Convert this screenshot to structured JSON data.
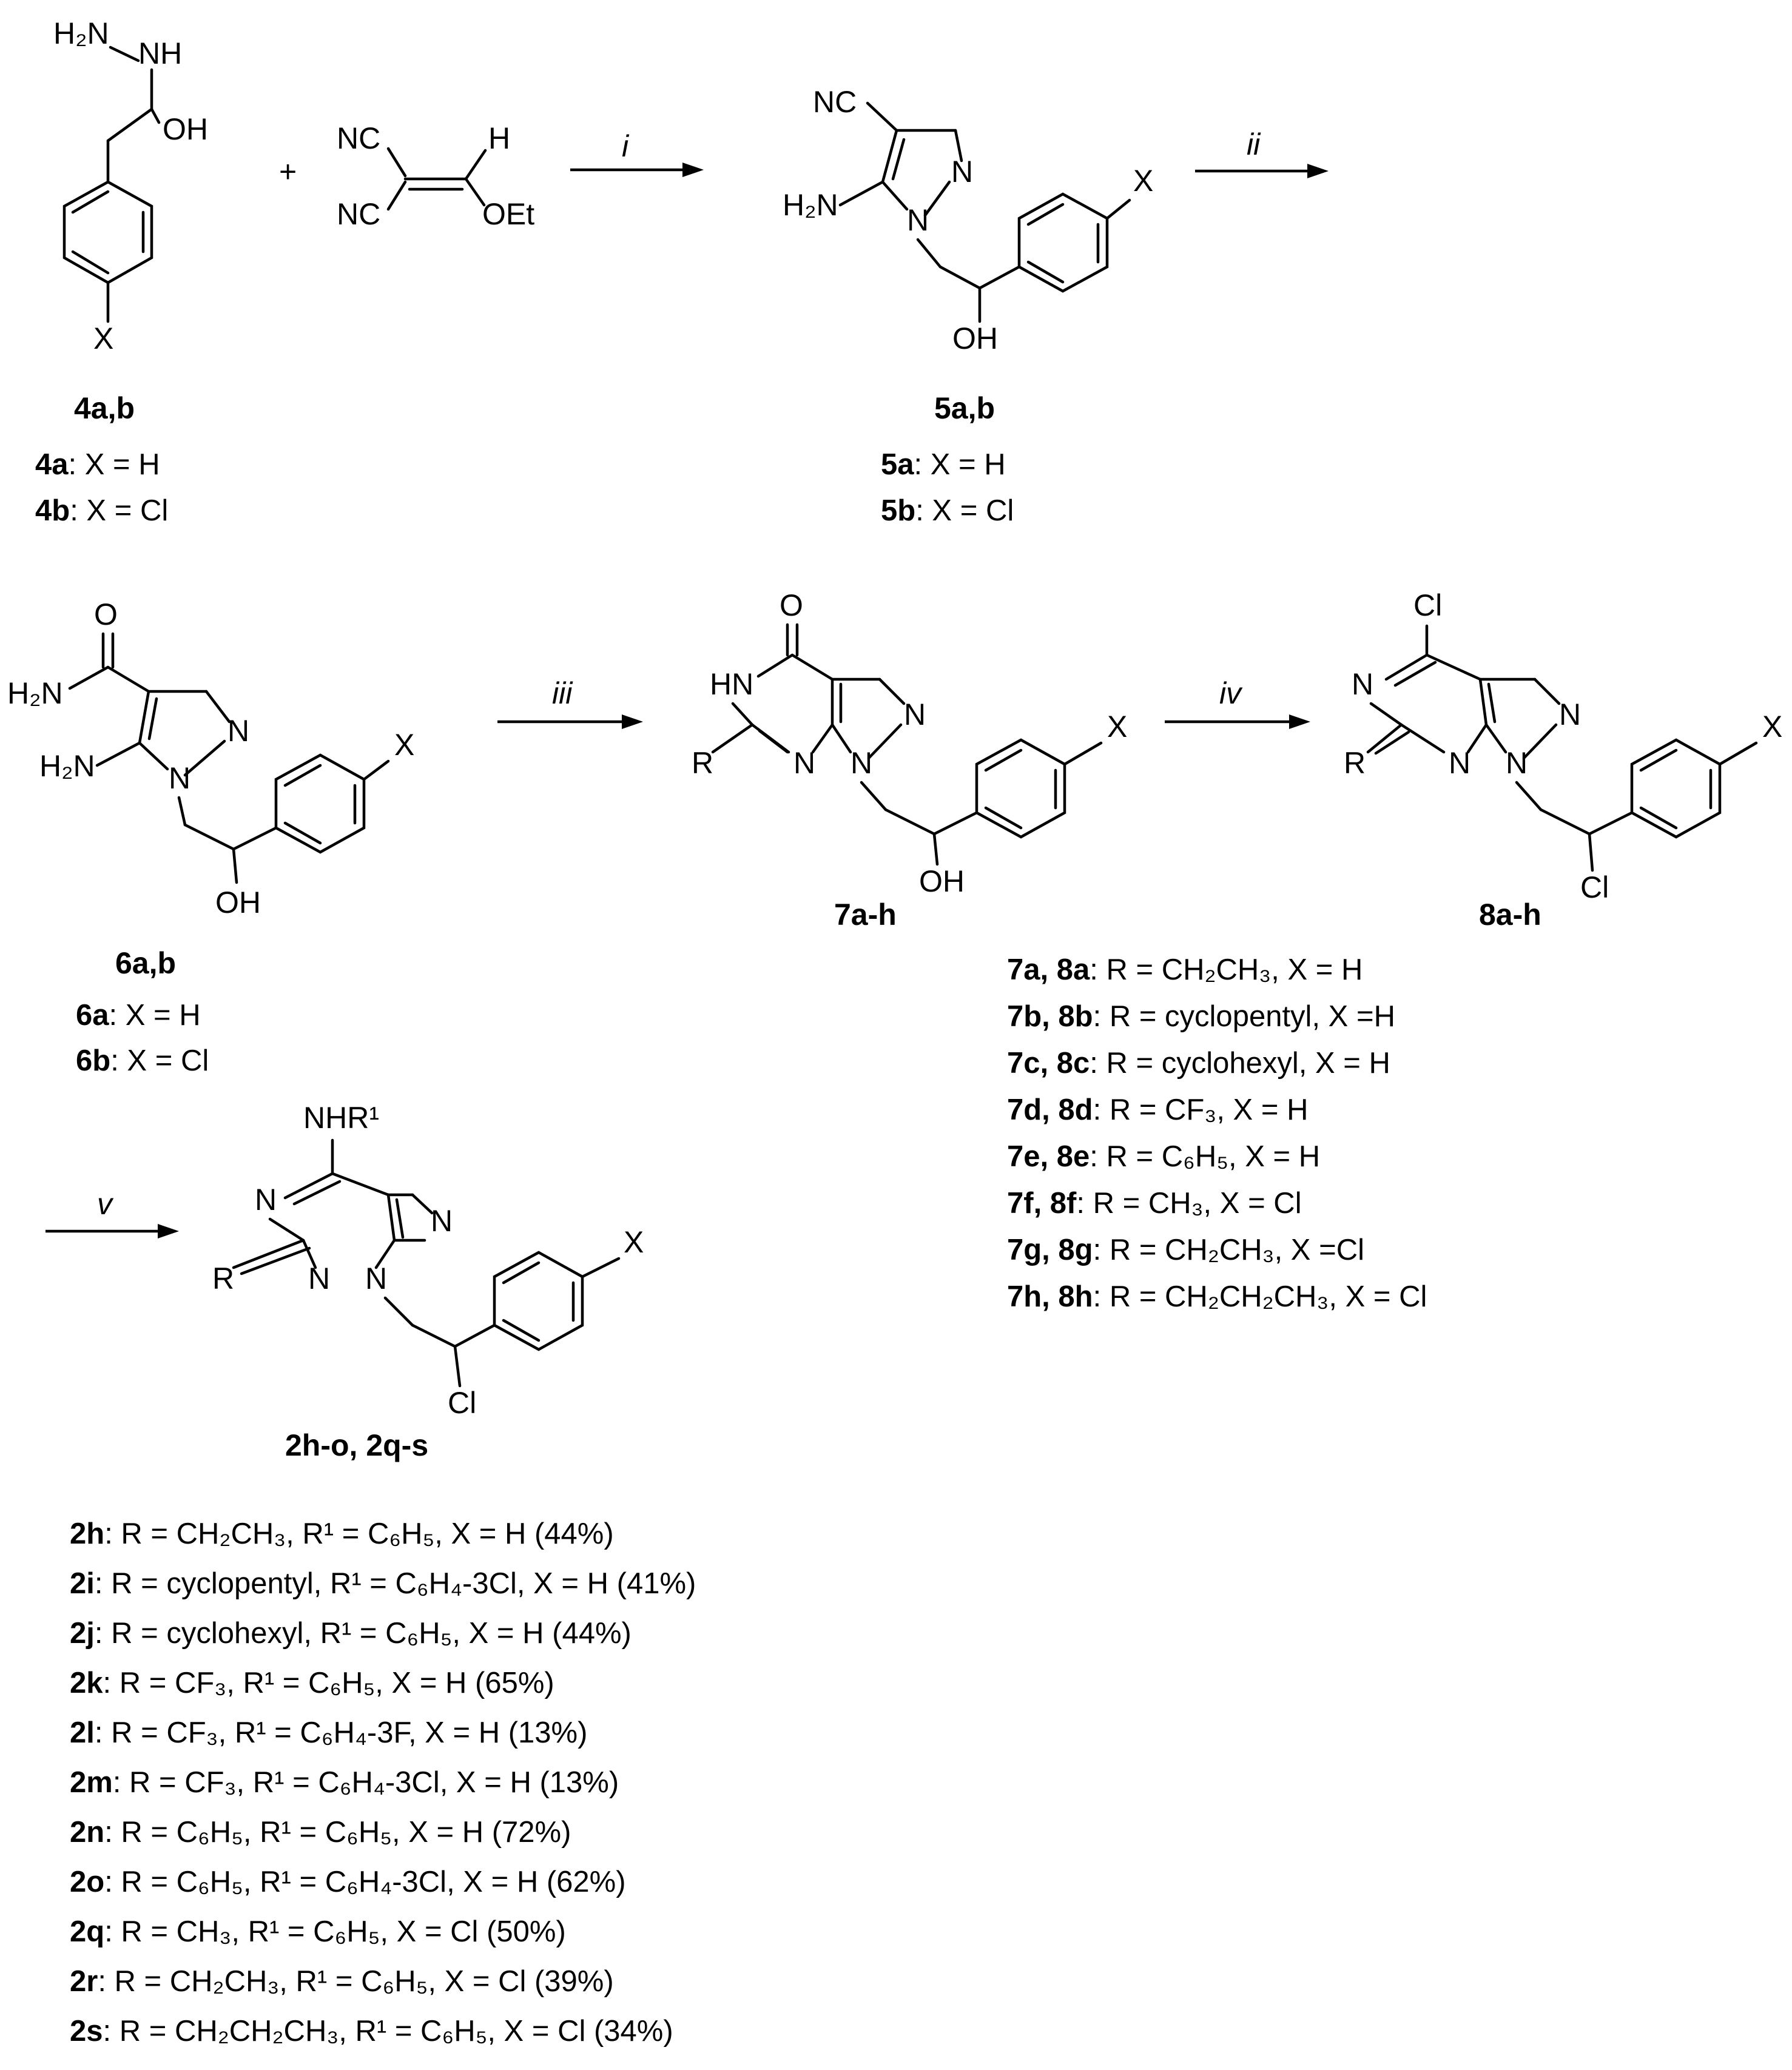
{
  "atoms": {
    "nh2": "H₂N",
    "nh": "NH",
    "oh": "OH",
    "x": "X",
    "nc": "NC",
    "h": "H",
    "oet": "OEt",
    "n": "N",
    "hn": "HN",
    "o": "O",
    "r": "R",
    "cl": "Cl",
    "nhr1": "NHR¹",
    "plus": "+"
  },
  "steps": {
    "i": "i",
    "ii": "ii",
    "iii": "iii",
    "iv": "iv",
    "v": "v"
  },
  "compounds": {
    "c4": {
      "label": "4a,b",
      "variants": [
        {
          "id": "4a",
          "text": ": X = H"
        },
        {
          "id": "4b",
          "text": ": X = Cl"
        }
      ]
    },
    "c5": {
      "label": "5a,b",
      "variants": [
        {
          "id": "5a",
          "text": ": X = H"
        },
        {
          "id": "5b",
          "text": ": X = Cl"
        }
      ]
    },
    "c6": {
      "label": "6a,b",
      "variants": [
        {
          "id": "6a",
          "text": ": X = H"
        },
        {
          "id": "6b",
          "text": ": X = Cl"
        }
      ]
    },
    "c7": {
      "label": "7a-h"
    },
    "c8": {
      "label": "8a-h"
    },
    "c2": {
      "label": "2h-o, 2q-s"
    }
  },
  "series_78": [
    {
      "id": "7a, 8a",
      "text": ": R = CH₂CH₃, X = H"
    },
    {
      "id": "7b, 8b",
      "text": ": R = cyclopentyl, X =H"
    },
    {
      "id": "7c, 8c",
      "text": ": R = cyclohexyl, X = H"
    },
    {
      "id": "7d, 8d",
      "text": ": R = CF₃, X = H"
    },
    {
      "id": "7e, 8e",
      "text": ": R = C₆H₅, X = H"
    },
    {
      "id": "7f, 8f",
      "text": ": R = CH₃, X = Cl"
    },
    {
      "id": "7g, 8g",
      "text": ": R = CH₂CH₃, X =Cl"
    },
    {
      "id": "7h, 8h",
      "text": ": R = CH₂CH₂CH₃, X = Cl"
    }
  ],
  "series_2": [
    {
      "id": "2h",
      "text": ": R = CH₂CH₃, R¹ = C₆H₅, X = H (44%)"
    },
    {
      "id": "2i",
      "text": ": R =  cyclopentyl, R¹ = C₆H₄-3Cl, X = H (41%)"
    },
    {
      "id": "2j",
      "text": ": R = cyclohexyl, R¹ = C₆H₅, X = H (44%)"
    },
    {
      "id": "2k",
      "text": ": R = CF₃, R¹ = C₆H₅, X = H  (65%)"
    },
    {
      "id": "2l",
      "text": ": R = CF₃, R¹ =  C₆H₄-3F, X = H (13%)"
    },
    {
      "id": "2m",
      "text": ": R = CF₃, R¹ = C₆H₄-3Cl, X = H (13%)"
    },
    {
      "id": "2n",
      "text": ": R = C₆H₅, R¹ = C₆H₅, X = H (72%)"
    },
    {
      "id": "2o",
      "text": ": R = C₆H₅, R¹ = C₆H₄-3Cl, X = H (62%)"
    },
    {
      "id": "2q",
      "text": ": R = CH₃, R¹ = C₆H₅, X = Cl (50%)"
    },
    {
      "id": "2r",
      "text": ": R = CH₂CH₃, R¹ = C₆H₅, X = Cl (39%)"
    },
    {
      "id": "2s",
      "text": ": R = CH₂CH₂CH₃, R¹ = C₆H₅, X = Cl (34%)"
    }
  ]
}
